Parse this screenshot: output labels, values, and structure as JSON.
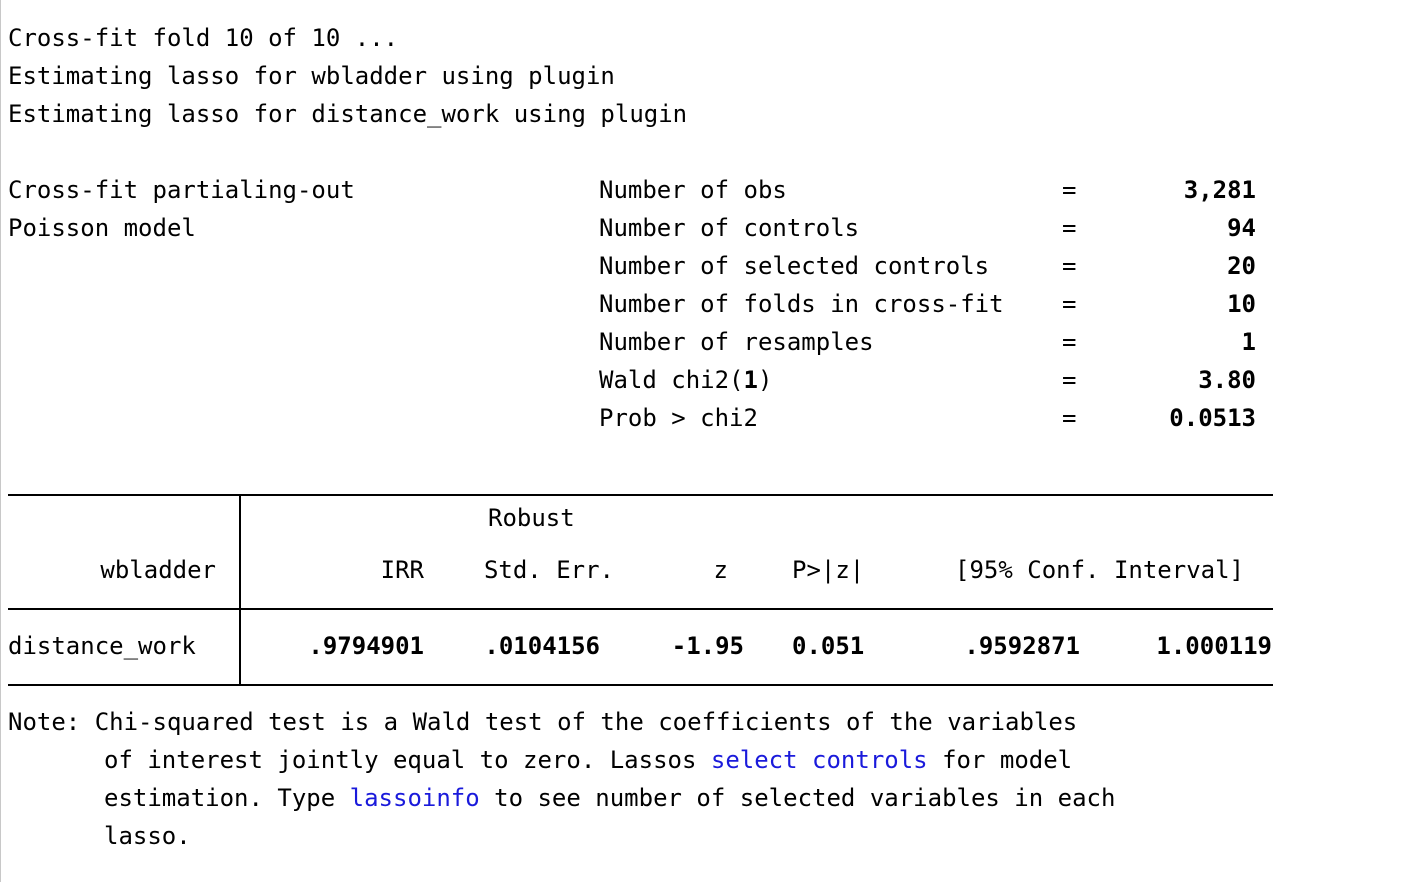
{
  "log": {
    "fold_line": "Cross-fit fold 10 of 10 ...",
    "lasso_line_1": "Estimating lasso for wbladder using plugin",
    "lasso_line_2": "Estimating lasso for distance_work using plugin"
  },
  "header": {
    "method": "Cross-fit partialing-out",
    "model": "Poisson model",
    "equals_sign": "=",
    "stats": [
      {
        "label": "Number of obs",
        "value": "3,281"
      },
      {
        "label": "Number of controls",
        "value": "94"
      },
      {
        "label": "Number of selected controls",
        "value": "20"
      },
      {
        "label": "Number of folds in cross-fit",
        "value": "10"
      },
      {
        "label": "Number of resamples",
        "value": "1"
      },
      {
        "label_prefix": "Wald chi2(",
        "label_df": "1",
        "label_suffix": ")",
        "value": "3.80"
      },
      {
        "label": "Prob > chi2",
        "value": "0.0513"
      }
    ]
  },
  "table": {
    "depvar": "wbladder",
    "robust_label": "Robust",
    "columns": [
      "IRR",
      "Std. Err.",
      "z",
      "P>|z|",
      "[95% Conf. Interval]"
    ],
    "rows": [
      {
        "var": "distance_work",
        "irr": ".9794901",
        "se": ".0104156",
        "z": "-1.95",
        "p": "0.051",
        "ci_low": ".9592871",
        "ci_high": "1.000119"
      }
    ]
  },
  "note": {
    "line1": "Note: Chi-squared test is a Wald test of the coefficients of the variables",
    "line2_a": "of interest jointly equal to zero. Lassos ",
    "line2_link": "select controls",
    "line2_b": " for model",
    "line3_a": "estimation. Type ",
    "line3_link": "lassoinfo",
    "line3_b": " to see number of selected variables in each",
    "line4": "lasso."
  },
  "colors": {
    "text": "#000000",
    "link": "#1a1adb",
    "background": "#ffffff"
  }
}
